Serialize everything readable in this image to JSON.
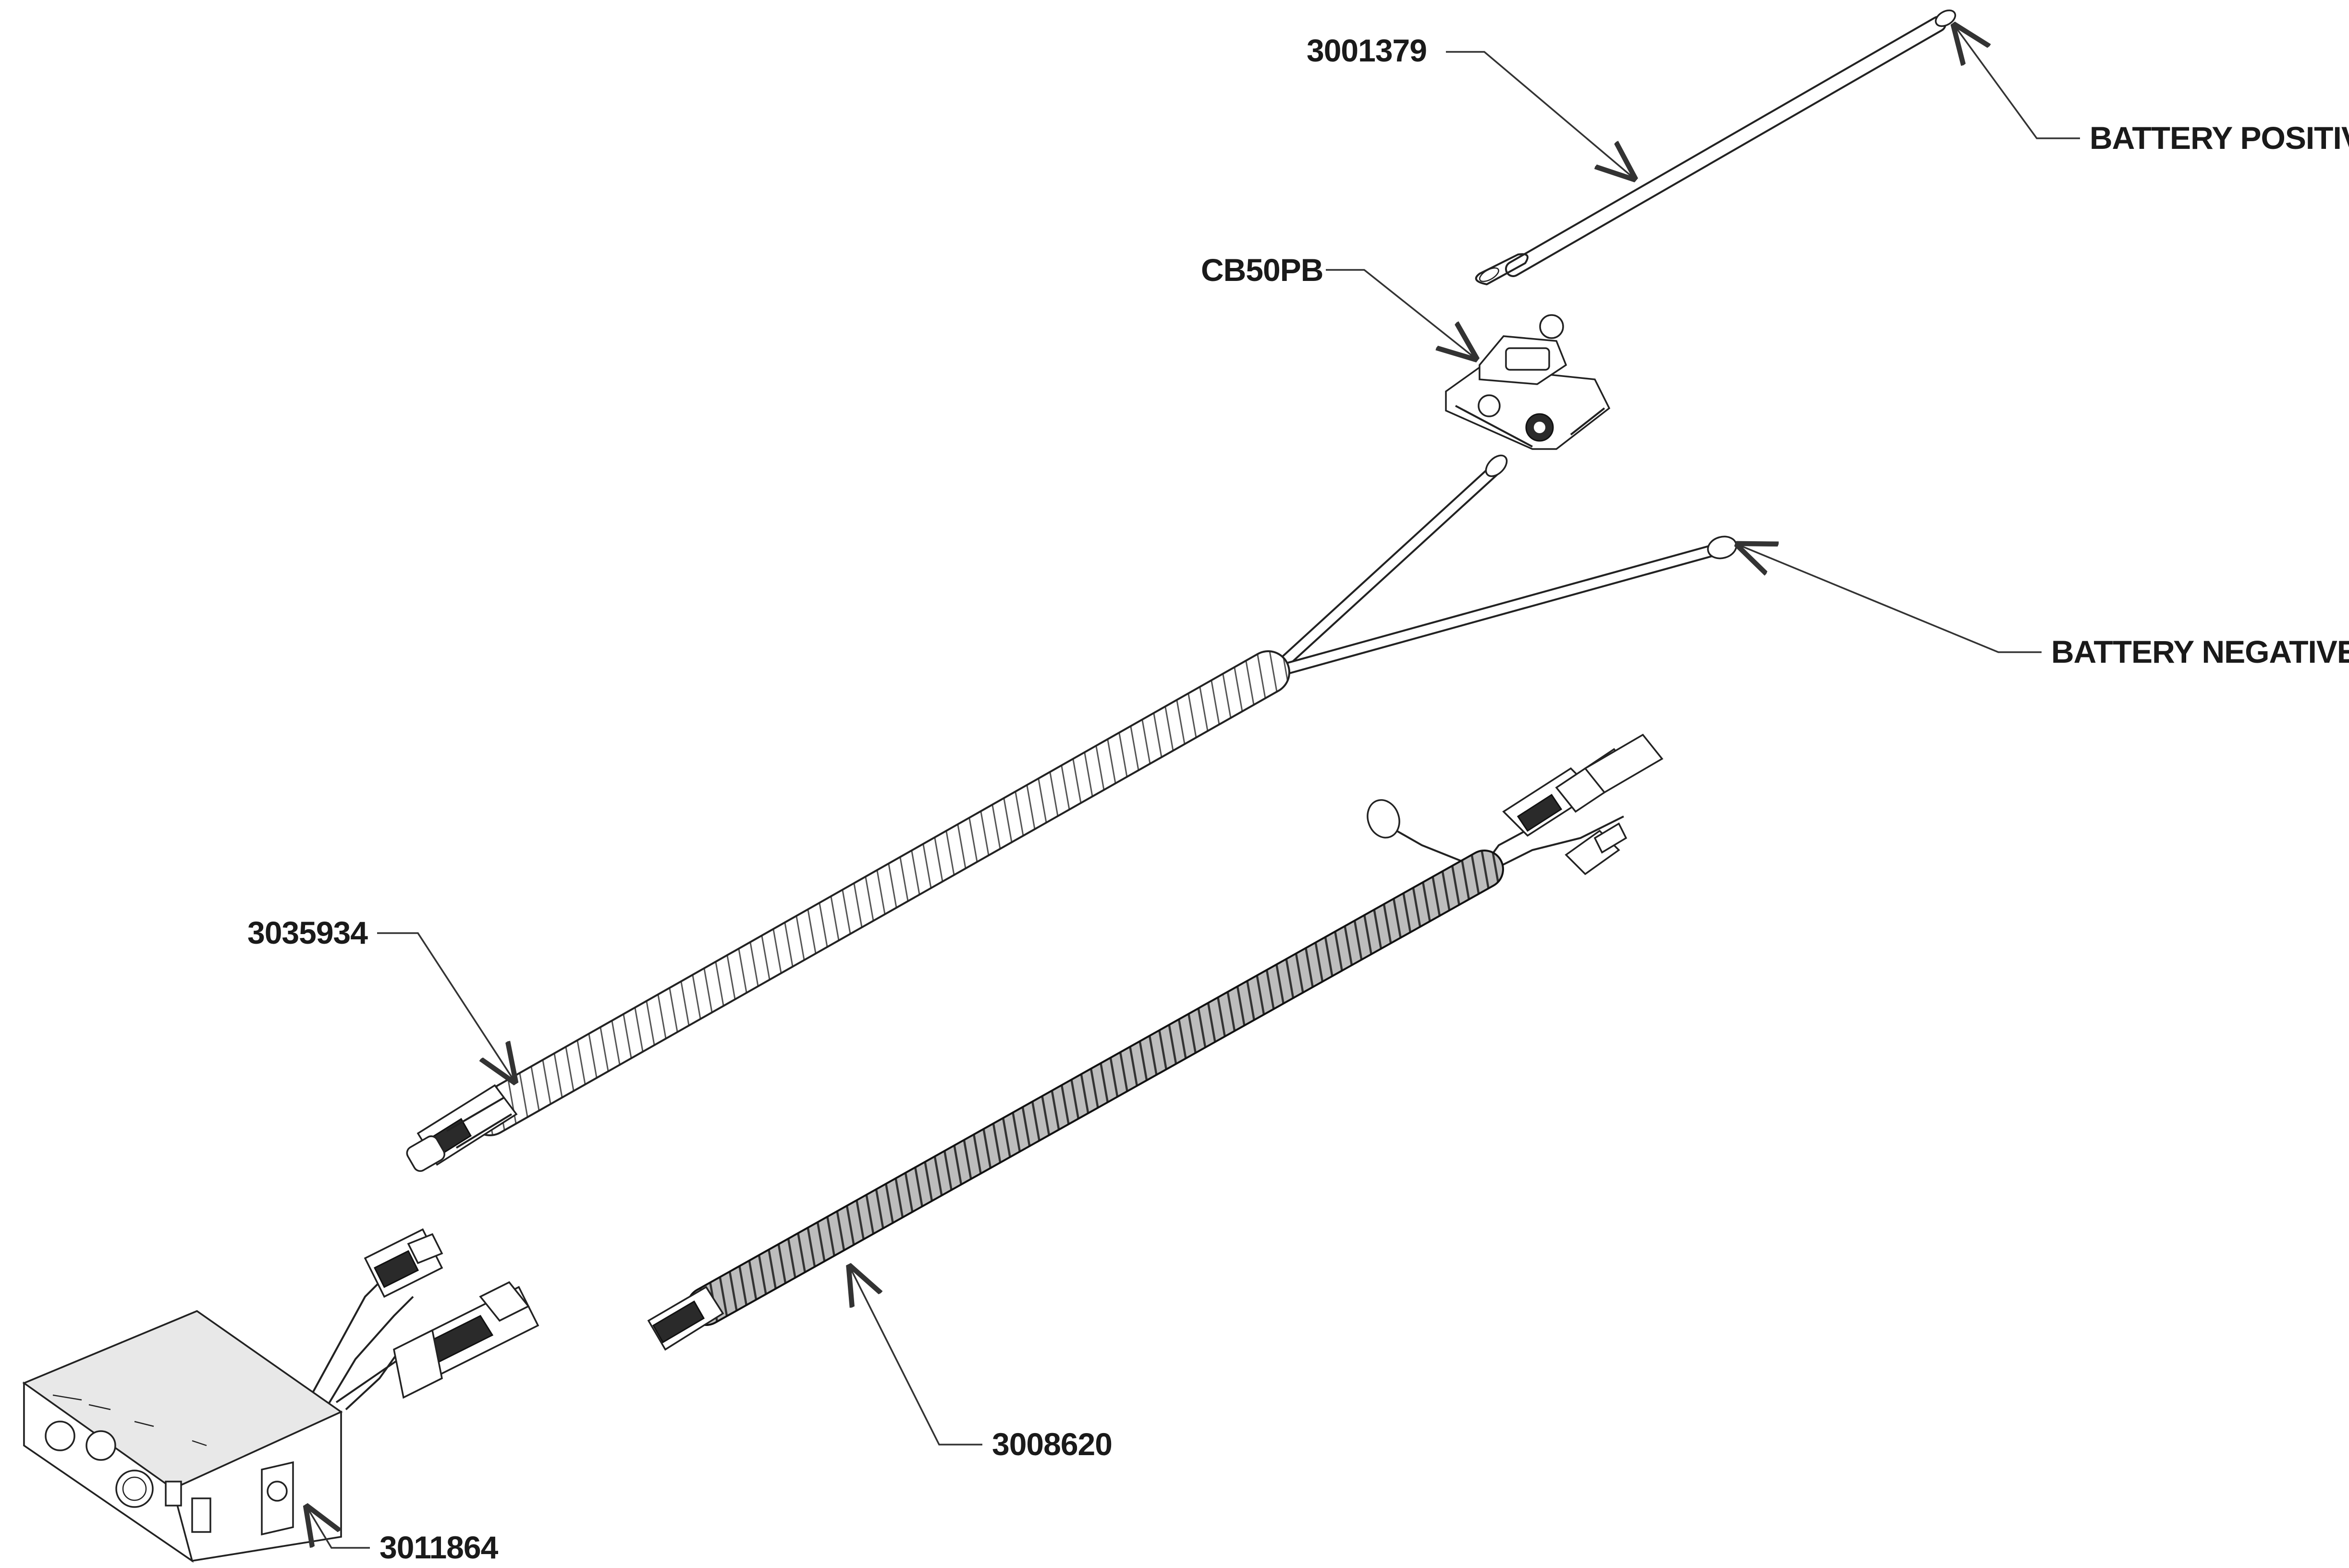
{
  "callouts": {
    "c3001379": "3001379",
    "battery_positive": "BATTERY POSITIVE",
    "cb50pb": "CB50PB",
    "battery_negative": "BATTERY NEGATIVE",
    "c3035934": "3035934",
    "c3008620": "3008620",
    "c3011864": "3011864"
  }
}
